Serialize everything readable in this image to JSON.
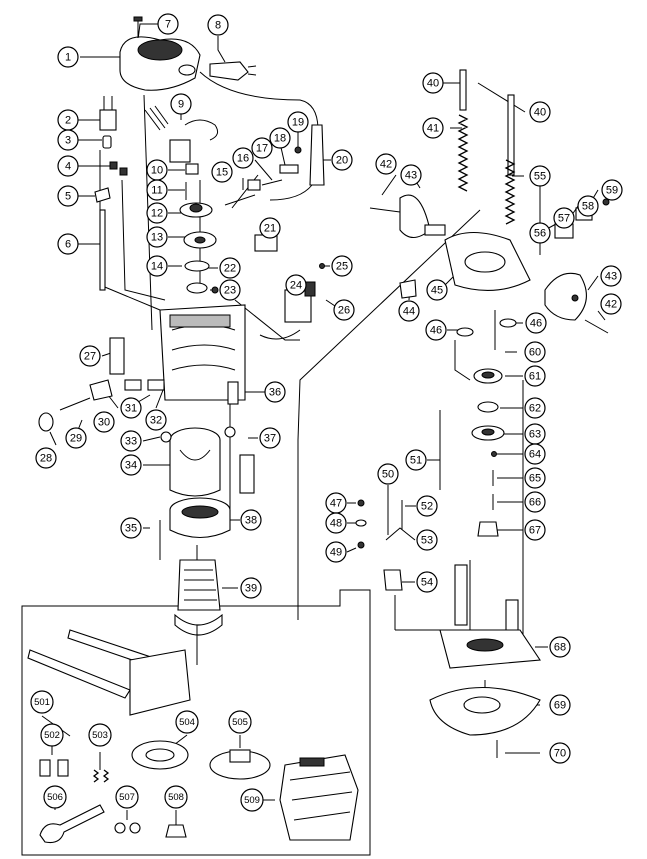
{
  "callouts": [
    {
      "id": "c1",
      "label": "1"
    },
    {
      "id": "c2",
      "label": "2"
    },
    {
      "id": "c3",
      "label": "3"
    },
    {
      "id": "c4",
      "label": "4"
    },
    {
      "id": "c5",
      "label": "5"
    },
    {
      "id": "c6",
      "label": "6"
    },
    {
      "id": "c7",
      "label": "7"
    },
    {
      "id": "c8",
      "label": "8"
    },
    {
      "id": "c9",
      "label": "9"
    },
    {
      "id": "c10",
      "label": "10"
    },
    {
      "id": "c11",
      "label": "11"
    },
    {
      "id": "c12",
      "label": "12"
    },
    {
      "id": "c13",
      "label": "13"
    },
    {
      "id": "c14",
      "label": "14"
    },
    {
      "id": "c15",
      "label": "15"
    },
    {
      "id": "c16",
      "label": "16"
    },
    {
      "id": "c17",
      "label": "17"
    },
    {
      "id": "c18",
      "label": "18"
    },
    {
      "id": "c19",
      "label": "19"
    },
    {
      "id": "c20",
      "label": "20"
    },
    {
      "id": "c21",
      "label": "21"
    },
    {
      "id": "c22",
      "label": "22"
    },
    {
      "id": "c23",
      "label": "23"
    },
    {
      "id": "c24",
      "label": "24"
    },
    {
      "id": "c25",
      "label": "25"
    },
    {
      "id": "c26",
      "label": "26"
    },
    {
      "id": "c27",
      "label": "27"
    },
    {
      "id": "c28",
      "label": "28"
    },
    {
      "id": "c29",
      "label": "29"
    },
    {
      "id": "c30",
      "label": "30"
    },
    {
      "id": "c31",
      "label": "31"
    },
    {
      "id": "c32",
      "label": "32"
    },
    {
      "id": "c33",
      "label": "33"
    },
    {
      "id": "c34",
      "label": "34"
    },
    {
      "id": "c35",
      "label": "35"
    },
    {
      "id": "c36",
      "label": "36"
    },
    {
      "id": "c37",
      "label": "37"
    },
    {
      "id": "c38",
      "label": "38"
    },
    {
      "id": "c39",
      "label": "39"
    },
    {
      "id": "c40a",
      "label": "40"
    },
    {
      "id": "c40b",
      "label": "40"
    },
    {
      "id": "c41",
      "label": "41"
    },
    {
      "id": "c42a",
      "label": "42"
    },
    {
      "id": "c42b",
      "label": "42"
    },
    {
      "id": "c43a",
      "label": "43"
    },
    {
      "id": "c43b",
      "label": "43"
    },
    {
      "id": "c44",
      "label": "44"
    },
    {
      "id": "c45",
      "label": "45"
    },
    {
      "id": "c46a",
      "label": "46"
    },
    {
      "id": "c46b",
      "label": "46"
    },
    {
      "id": "c47",
      "label": "47"
    },
    {
      "id": "c48",
      "label": "48"
    },
    {
      "id": "c49",
      "label": "49"
    },
    {
      "id": "c50",
      "label": "50"
    },
    {
      "id": "c51",
      "label": "51"
    },
    {
      "id": "c52",
      "label": "52"
    },
    {
      "id": "c53",
      "label": "53"
    },
    {
      "id": "c54",
      "label": "54"
    },
    {
      "id": "c55",
      "label": "55"
    },
    {
      "id": "c56",
      "label": "56"
    },
    {
      "id": "c57",
      "label": "57"
    },
    {
      "id": "c58",
      "label": "58"
    },
    {
      "id": "c59",
      "label": "59"
    },
    {
      "id": "c60",
      "label": "60"
    },
    {
      "id": "c61",
      "label": "61"
    },
    {
      "id": "c62",
      "label": "62"
    },
    {
      "id": "c63",
      "label": "63"
    },
    {
      "id": "c64",
      "label": "64"
    },
    {
      "id": "c65",
      "label": "65"
    },
    {
      "id": "c66",
      "label": "66"
    },
    {
      "id": "c67",
      "label": "67"
    },
    {
      "id": "c68",
      "label": "68"
    },
    {
      "id": "c69",
      "label": "69"
    },
    {
      "id": "c70",
      "label": "70"
    },
    {
      "id": "c501",
      "label": "501"
    },
    {
      "id": "c502",
      "label": "502"
    },
    {
      "id": "c503",
      "label": "503"
    },
    {
      "id": "c504",
      "label": "504"
    },
    {
      "id": "c505",
      "label": "505"
    },
    {
      "id": "c506",
      "label": "506"
    },
    {
      "id": "c507",
      "label": "507"
    },
    {
      "id": "c508",
      "label": "508"
    },
    {
      "id": "c509",
      "label": "509"
    }
  ]
}
